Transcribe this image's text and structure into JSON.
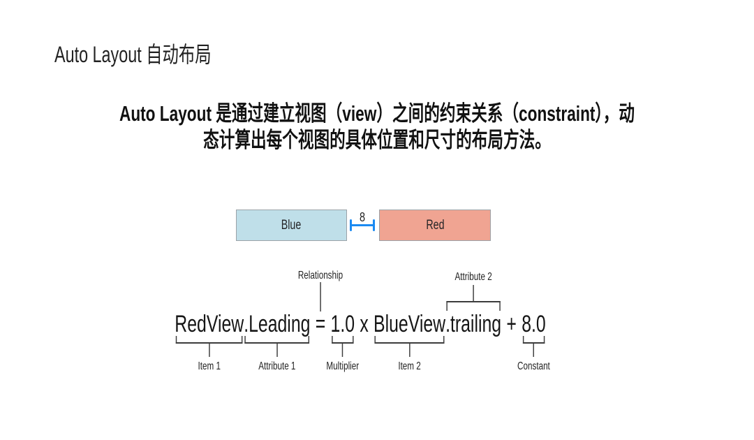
{
  "slide": {
    "title": "Auto Layout 自动布局",
    "intro_line1": "Auto Layout 是通过建立视图（view）之间的约束关系（constraint），动",
    "intro_line2": "态计算出每个视图的具体位置和尺寸的布局方法。"
  },
  "views_diagram": {
    "blue_label": "Blue",
    "red_label": "Red",
    "spacing_value": "8",
    "colors": {
      "blue_fill": "#bfdfe9",
      "red_fill": "#f0a492",
      "box_border": "#9aa2a8",
      "connector": "#1b8af2"
    }
  },
  "equation": {
    "segments": [
      {
        "text": "RedView",
        "label": "Item 1"
      },
      {
        "text": ".Leading",
        "label": "Attribute 1"
      },
      {
        "text": "=",
        "label": "Relationship"
      },
      {
        "text": "1.0",
        "label": "Multiplier"
      },
      {
        "text": "x",
        "label": ""
      },
      {
        "text": "BlueView",
        "label": "Item 2"
      },
      {
        "text": ".trailing",
        "label": "Attribute 2"
      },
      {
        "text": "+",
        "label": ""
      },
      {
        "text": "8.0",
        "label": "Constant"
      }
    ]
  }
}
